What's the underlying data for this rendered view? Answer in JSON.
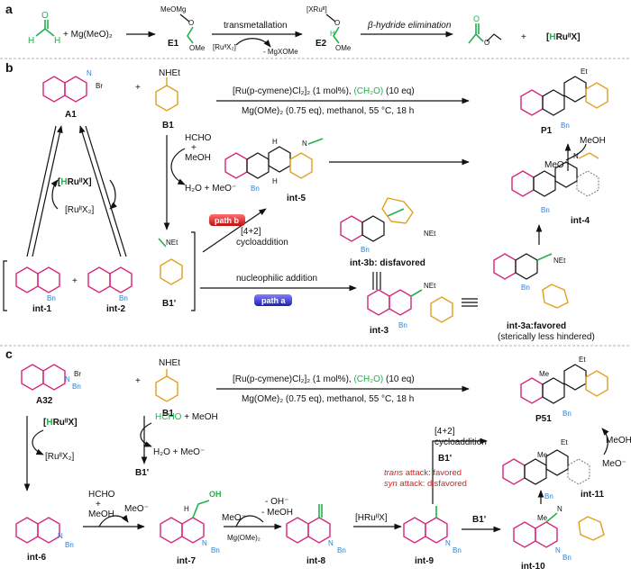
{
  "panel_a": {
    "label": "a",
    "reagent_mg": "+ Mg(MeO)₂",
    "mg_fragment": "MeOMg",
    "ome_1": "OMe",
    "e1": "E1",
    "transmetallation": "transmetallation",
    "ru_x2": "[RuᴵᴵX₂]",
    "minus_mgxome": "- MgXOMe",
    "xru_fragment": "[XRuᴵᴵ]",
    "ome_2": "OMe",
    "e2": "E2",
    "beta_hydride": "β-hydride elimination",
    "plus": "+",
    "hru_h": "H",
    "hru_rest": "RuᴵᴵX]",
    "hru_open": "[",
    "ester_o": "O"
  },
  "panel_b": {
    "label": "b",
    "a1": "A1",
    "br": "Br",
    "plus": "+",
    "nhet": "NHEt",
    "b1": "B1",
    "conditions_1a": "[Ru(p-cymene)Cl₂]₂ (1 mol%), ",
    "conditions_1b": "(CH₂O)",
    "conditions_1c": " (10 eq)",
    "conditions_2": "Mg(OMe)₂ (0.75 eq), methanol, 55 °C, 18 h",
    "p1": "P1",
    "et": "Et",
    "bn": "Bn",
    "hcho": "HCHO",
    "plus2": "+",
    "meoh": "MeOH",
    "h2o_meo": "H₂O + MeO⁻",
    "meoh_side": "MeOH",
    "meo_side": "MeO⁻",
    "hru_x_h": "H",
    "hru_x_rest": "RuᴵᴵX]",
    "hru_x_open": "[",
    "ru_x2": "[RuᴵᴵX₂]",
    "int5": "int-5",
    "int4": "int-4",
    "path_b": "path b",
    "cyclo_1": "[4+2]",
    "cyclo_2": "cycloaddition",
    "int3b": "int-3b: disfavored",
    "net_3b": "NEt",
    "net_1p": "NEt",
    "b1p": "B1'",
    "int1": "int-1",
    "int2": "int-2",
    "nucleophilic": "nucleophilic addition",
    "path_a": "path a",
    "int3": "int-3",
    "net_3": "NEt",
    "int3a": "int-3a:favored",
    "int3a_sub": "(sterically less hindered)",
    "n_plus": "N",
    "h": "H"
  },
  "panel_c": {
    "label": "c",
    "a32": "A32",
    "br": "Br",
    "plus": "+",
    "nhet": "NHEt",
    "b1": "B1",
    "conditions_1a": "[Ru(p-cymene)Cl₂]₂ (1 mol%), ",
    "conditions_1b": "(CH₂O)",
    "conditions_1c": " (10 eq)",
    "conditions_2": "Mg(OMe)₂ (0.75 eq), methanol, 55 °C, 18 h",
    "p51": "P51",
    "me": "Me",
    "et": "Et",
    "bn": "Bn",
    "hru_h": "H",
    "hru_rest": "RuᴵᴵX]",
    "hru_open": "[",
    "ru_x2": "[RuᴵᴵX₂]",
    "hcho_meoh_a": "HCHO",
    "hcho_meoh_b": " + MeOH",
    "h2o_meo": "H₂O + MeO⁻",
    "b1p": "B1'",
    "meoh_side": "MeOH",
    "meo_side": "MeO⁻",
    "cyclo_1": "[4+2]",
    "cyclo_2": "cycloaddition",
    "b1p_2": "B1'",
    "int11": "int-11",
    "trans": "trans",
    "trans_rest": " attack: favored",
    "syn": "syn",
    "syn_rest": " attack: disfavored",
    "hcho": "HCHO",
    "plus2": "+",
    "meoh": "MeOH",
    "meo": "MeO⁻",
    "oh_minus": "- OH⁻",
    "meoh_minus": "- MeOH",
    "meo2": "MeO⁻",
    "mgome2": "Mg(OMe)₂",
    "hru_x2_h": "[HRuᴵᴵX]",
    "b1p_3": "B1'",
    "int6": "int-6",
    "int7": "int-7",
    "int8": "int-8",
    "int9": "int-9",
    "int10": "int-10",
    "oh": "OH",
    "h": "H",
    "n": "N"
  },
  "colors": {
    "substrate_pink": "#d4267c",
    "amine_orange": "#e0a020",
    "formaldehyde_green": "#22b14c",
    "benzyl_blue": "#2a7fd4",
    "path_b_red": "#e02828",
    "path_a_blue": "#3a3ad8",
    "stereo_red": "#d92020"
  }
}
